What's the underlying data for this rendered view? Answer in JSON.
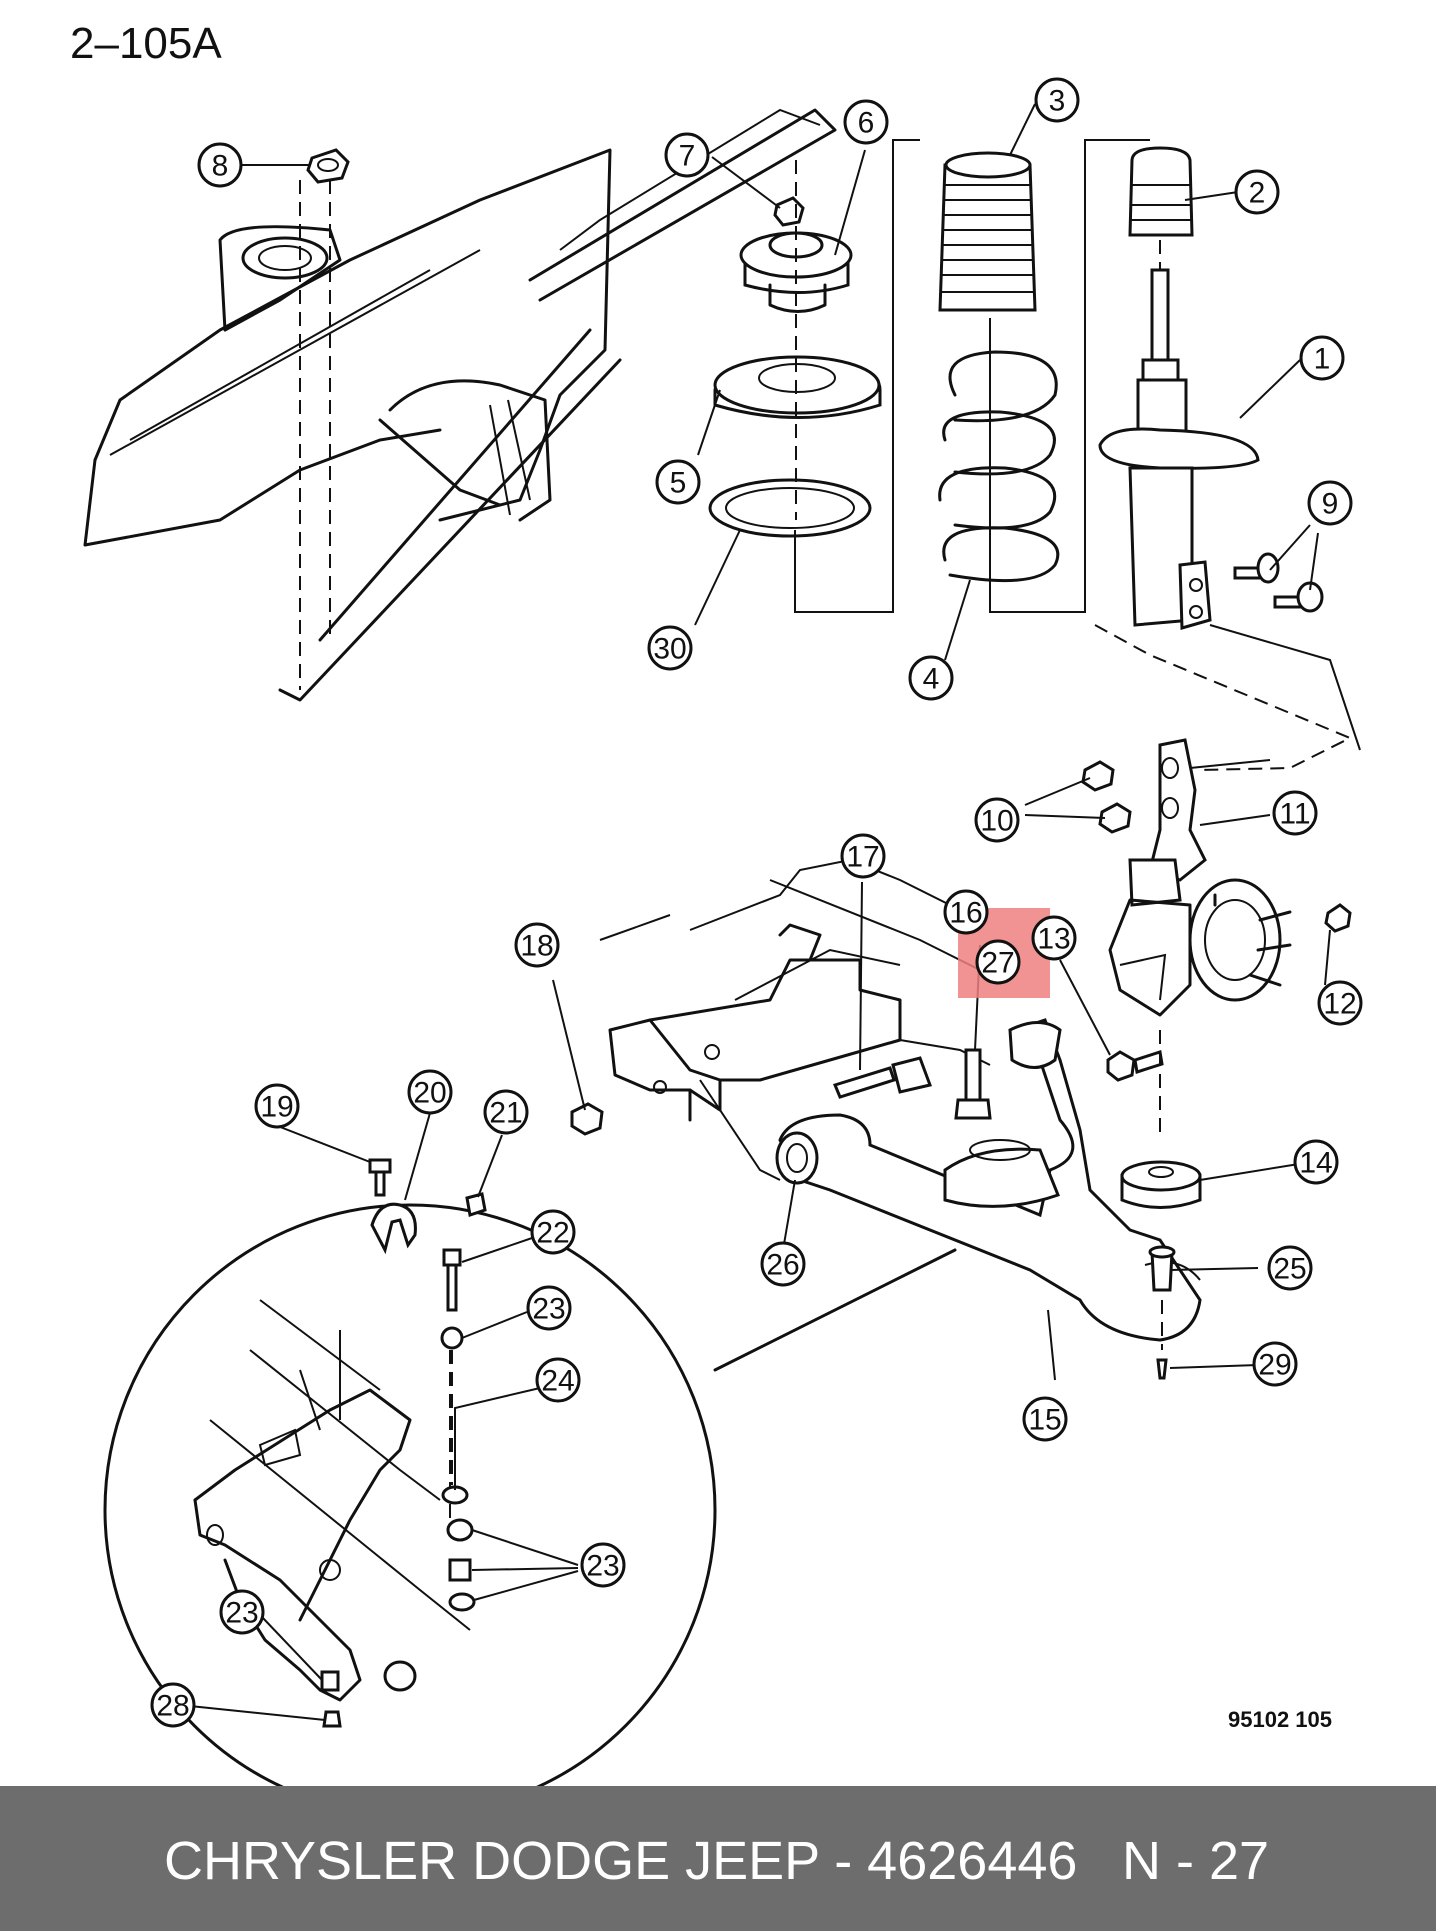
{
  "diagram": {
    "figure_code": "2–105A",
    "drawing_number": "95102  105",
    "highlight_color": "#f08080",
    "callouts": [
      "1",
      "2",
      "3",
      "4",
      "5",
      "6",
      "7",
      "8",
      "9",
      "10",
      "11",
      "12",
      "13",
      "14",
      "15",
      "16",
      "17",
      "18",
      "19",
      "20",
      "21",
      "22",
      "23",
      "23",
      "23",
      "24",
      "25",
      "26",
      "27",
      "28",
      "29",
      "30"
    ]
  },
  "footer": {
    "part_text": "CHRYSLER DODGE JEEP - 4626446",
    "ref_text": "N - 27",
    "background": "#6d6d6d"
  }
}
